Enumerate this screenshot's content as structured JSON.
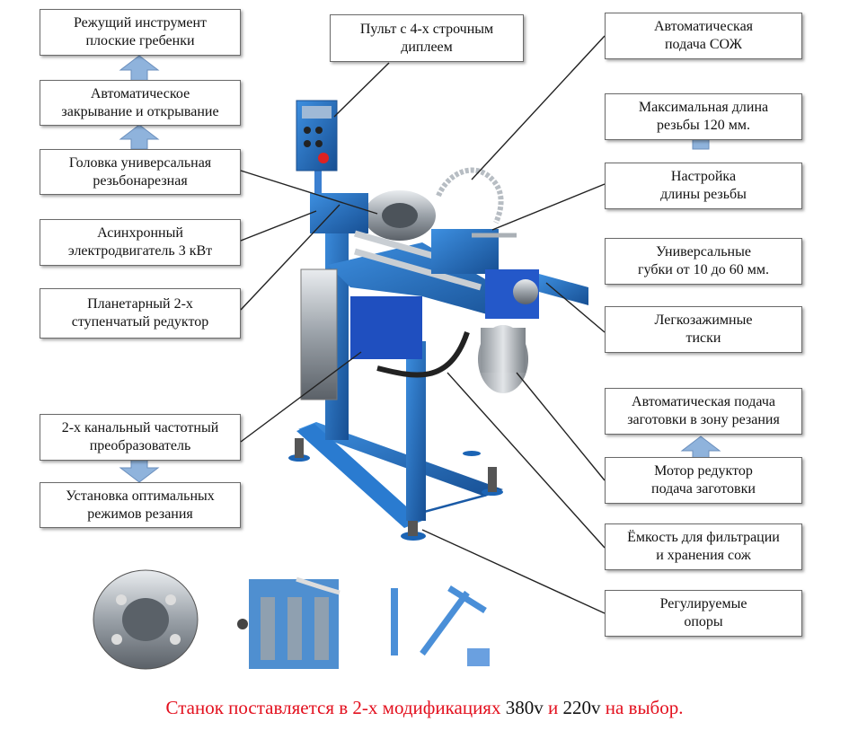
{
  "labels": {
    "cutting_tool": [
      "Режущий инструмент",
      "плоские гребенки"
    ],
    "auto_open": [
      "Автоматическое",
      "закрывание и открывание"
    ],
    "head": [
      "Головка универсальная",
      "резьбонарезная"
    ],
    "motor": [
      "Асинхронный",
      "электродвигатель 3 кВт"
    ],
    "gearbox": [
      "Планетарный 2-х",
      "ступенчатый редуктор"
    ],
    "converter": [
      "2-х канальный частотный",
      "преобразователь"
    ],
    "optimal": [
      "Установка оптимальных",
      "режимов резания"
    ],
    "panel": [
      "Пульт с 4-х строчным",
      "диплеем"
    ],
    "coolant": [
      "Автоматическая",
      "подача СОЖ"
    ],
    "max_length": [
      "Максимальная длина",
      "резьбы 120 мм."
    ],
    "length_adjust": [
      "Настройка",
      "длины резьбы"
    ],
    "jaws": [
      "Универсальные",
      "губки от 10 до 60 мм."
    ],
    "vise": [
      "Легкозажимные",
      "тиски"
    ],
    "auto_feed": [
      "Автоматическая  подача",
      "заготовки в зону резания"
    ],
    "feed_motor": [
      "Мотор редуктор",
      "подача заготовки"
    ],
    "tank": [
      "Ёмкость для фильтрации",
      "и хранения сож"
    ],
    "feet": [
      "Регулируемые",
      "опоры"
    ]
  },
  "footer": {
    "part1": "Станок поставляется в 2-х модификациях ",
    "part2": " 380v",
    "part3": " и ",
    "part4": "220v",
    "part5": "  на выбор."
  },
  "colors": {
    "machine_blue": "#1f6fc4",
    "arrow_blue": "#8fb3dc",
    "footer_red": "#e3101e",
    "cabinet_gray": "#c9ccd0"
  }
}
